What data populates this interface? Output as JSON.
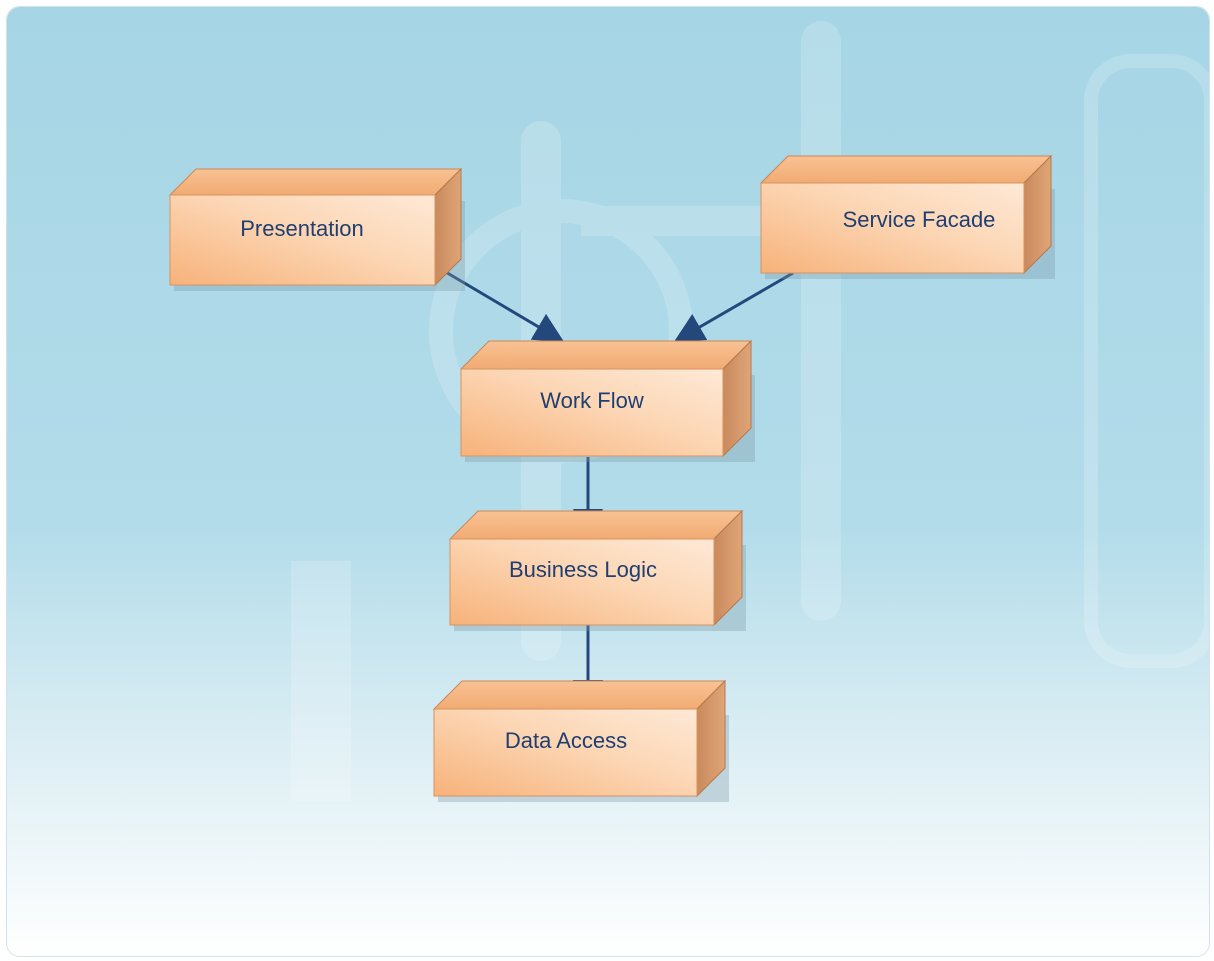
{
  "diagram": {
    "nodes": [
      {
        "id": "presentation",
        "label": "Presentation"
      },
      {
        "id": "service_facade",
        "label": "Service Facade"
      },
      {
        "id": "work_flow",
        "label": "Work Flow"
      },
      {
        "id": "business_logic",
        "label": "Business Logic"
      },
      {
        "id": "data_access",
        "label": "Data Access"
      }
    ],
    "edges": [
      {
        "from": "presentation",
        "to": "work_flow"
      },
      {
        "from": "service_facade",
        "to": "work_flow"
      },
      {
        "from": "work_flow",
        "to": "business_logic"
      },
      {
        "from": "business_logic",
        "to": "data_access"
      }
    ]
  },
  "colors": {
    "box_front_light": "#fde6cf",
    "box_front_dark": "#f7b883",
    "box_top": "#f5b681",
    "box_side": "#d7986a",
    "arrow": "#24487c",
    "label": "#1f3f72",
    "background_top": "#a9d7e6",
    "background_bottom": "#ffffff"
  }
}
